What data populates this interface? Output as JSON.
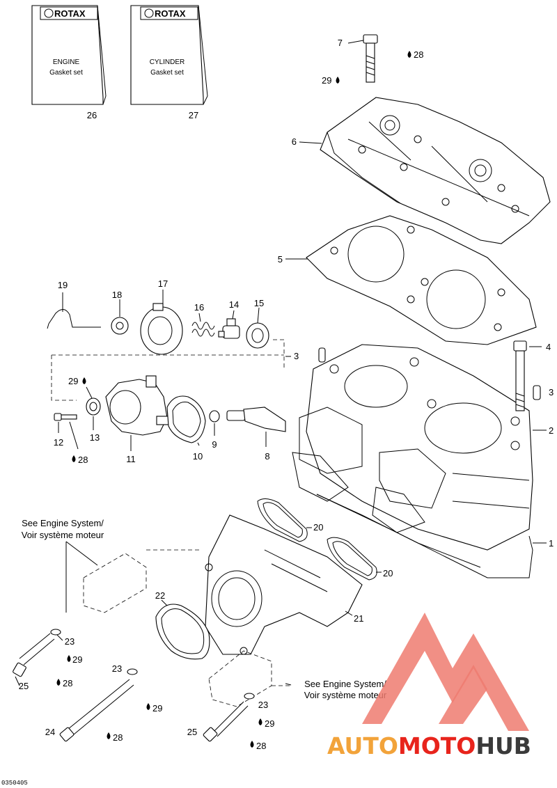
{
  "boxes": [
    {
      "brand": "ROTAX",
      "line1": "ENGINE",
      "line2": "Gasket set",
      "ref": "26"
    },
    {
      "brand": "ROTAX",
      "line1": "CYLINDER",
      "line2": "Gasket set",
      "ref": "27"
    }
  ],
  "callouts": {
    "c1": "1",
    "c2": "2",
    "c3a": "3",
    "c3b": "3",
    "c4": "4",
    "c5": "5",
    "c6": "6",
    "c7": "7",
    "c8": "8",
    "c9": "9",
    "c10": "10",
    "c11": "11",
    "c12": "12",
    "c13": "13",
    "c14": "14",
    "c15": "15",
    "c16": "16",
    "c17": "17",
    "c18": "18",
    "c19": "19",
    "c20a": "20",
    "c20b": "20",
    "c21": "21",
    "c22": "22",
    "c23a": "23",
    "c23b": "23",
    "c23c": "23",
    "c24": "24",
    "c25a": "25",
    "c25b": "25"
  },
  "fluid_refs": {
    "r28a": "28",
    "r29a": "29",
    "r29b": "29",
    "r28b": "28",
    "r29c": "29",
    "r28c": "28",
    "r29d": "29",
    "r28d": "28",
    "r29e": "29",
    "r28e": "28"
  },
  "notes": {
    "see_engine_1_en": "See Engine System/",
    "see_engine_1_fr": "Voir système moteur",
    "see_engine_2_en": "See Engine System/",
    "see_engine_2_fr": "Voir système moteur"
  },
  "watermark": {
    "part1": "AUTO",
    "part2": "MOTO",
    "part3": "HUB",
    "color_red": "#e8241c",
    "color_orange": "#f2a33a",
    "color_dark": "#3a3a3a",
    "triangle_color": "#ef7b70"
  },
  "footer_code": "0350405"
}
